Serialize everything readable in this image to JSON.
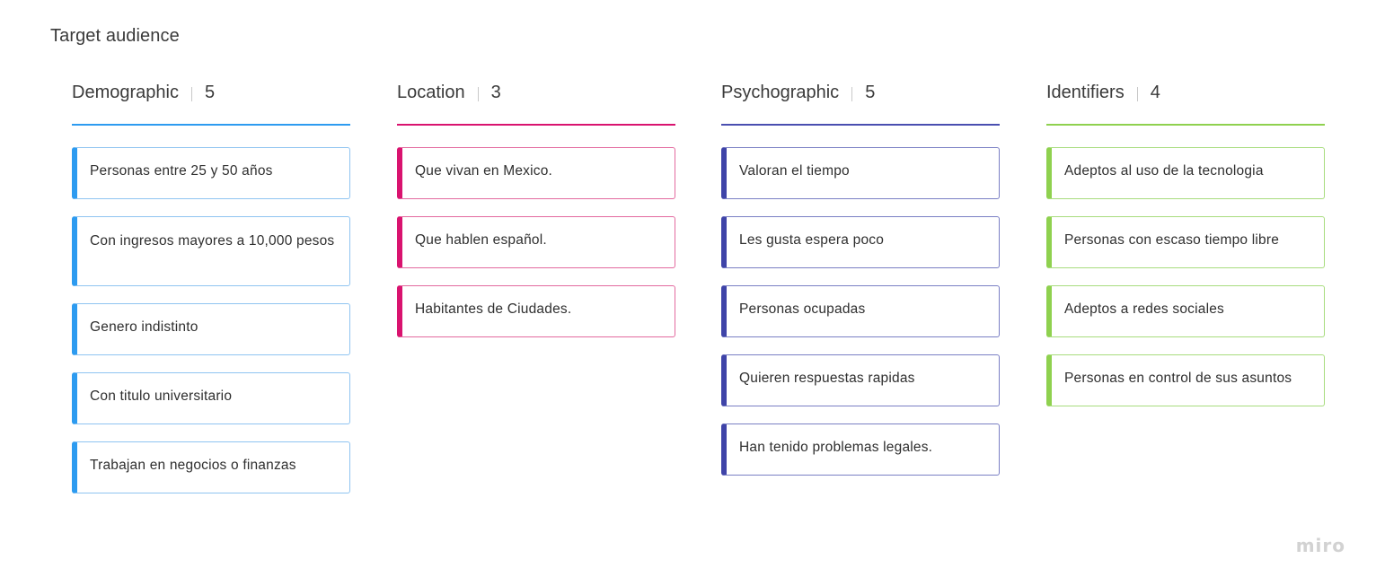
{
  "board": {
    "title": "Target audience",
    "watermark": "miro"
  },
  "columns": [
    {
      "name": "Demographic",
      "count": "5",
      "color": "#2d9bf0",
      "cards": [
        "Personas entre 25 y 50 años",
        "Con ingresos mayores a 10,000 pesos",
        "Genero indistinto",
        "Con titulo universitario",
        "Trabajan en negocios o finanzas"
      ]
    },
    {
      "name": "Location",
      "count": "3",
      "color": "#d9136f",
      "cards": [
        "Que vivan en Mexico.",
        "Que hablen español.",
        "Habitantes de Ciudades."
      ]
    },
    {
      "name": "Psychographic",
      "count": "5",
      "color": "#3f44a8",
      "cards": [
        "Valoran el tiempo",
        "Les gusta espera poco",
        "Personas ocupadas",
        "Quieren respuestas rapidas",
        "Han tenido problemas legales."
      ]
    },
    {
      "name": "Identifiers",
      "count": "4",
      "color": "#8fd14f",
      "cards": [
        "Adeptos al uso de la tecnologia",
        "Personas con escaso tiempo libre",
        "Adeptos a redes sociales",
        "Personas en control de  sus asuntos"
      ]
    }
  ]
}
